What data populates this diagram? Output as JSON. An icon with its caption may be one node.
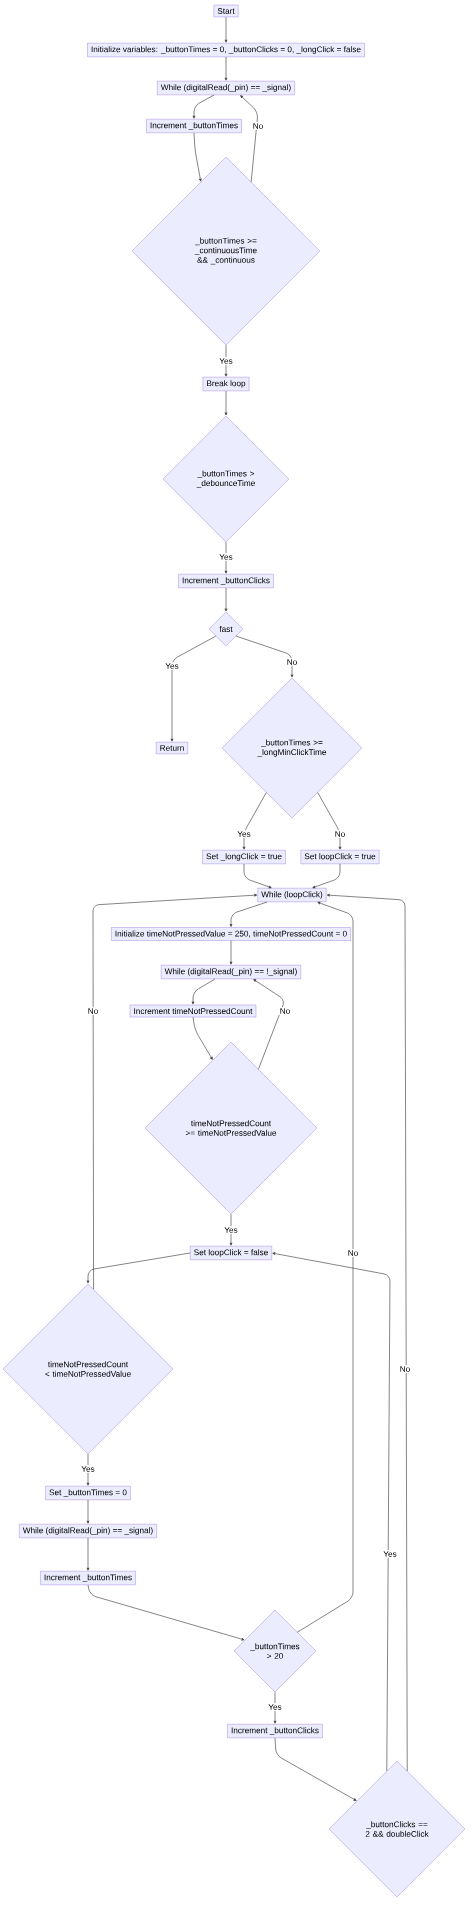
{
  "diagram": {
    "nodes": [
      {
        "text": [
          "Start"
        ]
      },
      {
        "text": [
          "Initialize variables: _buttonTimes = 0, _buttonClicks = 0, _longClick = false"
        ]
      },
      {
        "text": [
          "While (digitalRead(_pin) == _signal)"
        ]
      },
      {
        "text": [
          "Increment _buttonTimes"
        ]
      },
      {
        "text": [
          "_buttonTimes >= _continuousTime && _continuous"
        ]
      },
      {
        "text": [
          "Break loop"
        ]
      },
      {
        "text": [
          "_buttonTimes > _debounceTime"
        ]
      },
      {
        "text": [
          "Increment _buttonClicks"
        ]
      },
      {
        "text": [
          "fast"
        ]
      },
      {
        "text": [
          "Return"
        ]
      },
      {
        "text": [
          "_buttonTimes >= _longMinClickTime"
        ]
      },
      {
        "text": [
          "Set _longClick = true"
        ]
      },
      {
        "text": [
          "Set loopClick = true"
        ]
      },
      {
        "text": [
          "While (loopClick)"
        ]
      },
      {
        "text": [
          "Initialize timeNotPressedValue = 250, timeNotPressedCount = 0"
        ]
      },
      {
        "text": [
          "While (digitalRead(_pin) == !_signal)"
        ]
      },
      {
        "text": [
          "Increment timeNotPressedCount"
        ]
      },
      {
        "text": [
          "timeNotPressedCount >= timeNotPressedValue"
        ]
      },
      {
        "text": [
          "Set loopClick = false"
        ]
      },
      {
        "text": [
          "timeNotPressedCount < timeNotPressedValue"
        ]
      },
      {
        "text": [
          "Set _buttonTimes = 0"
        ]
      },
      {
        "text": [
          "While (digitalRead(_pin) == _signal)"
        ]
      },
      {
        "text": [
          "Increment _buttonTimes"
        ]
      },
      {
        "text": [
          "_buttonTimes > 20"
        ]
      },
      {
        "text": [
          "Increment _buttonClicks"
        ]
      },
      {
        "text": [
          "_buttonClicks == 2 && doubleClick"
        ]
      }
    ],
    "edges": [
      {
        "from": 0,
        "to": 1,
        "arrow": "to"
      },
      {
        "from": 1,
        "to": 2,
        "arrow": "to"
      },
      {
        "from": 2,
        "to": 3,
        "arrow": "to"
      },
      {
        "from": 3,
        "to": 4,
        "arrow": "to"
      },
      {
        "from": 4,
        "to": 2,
        "arrow": "to",
        "label": "No"
      },
      {
        "from": 4,
        "to": 5,
        "arrow": "to",
        "label": "Yes"
      },
      {
        "from": 5,
        "to": 6,
        "arrow": "to"
      },
      {
        "from": 6,
        "to": 7,
        "arrow": "to",
        "label": "Yes"
      },
      {
        "from": 7,
        "to": 8,
        "arrow": "to"
      },
      {
        "from": 8,
        "to": 9,
        "arrow": "to",
        "label": "Yes"
      },
      {
        "from": 8,
        "to": 10,
        "arrow": "to",
        "label": "No"
      },
      {
        "from": 10,
        "to": 11,
        "arrow": "to",
        "label": "Yes"
      },
      {
        "from": 10,
        "to": 12,
        "arrow": "to",
        "label": "No"
      },
      {
        "from": 11,
        "to": 13,
        "arrow": "to"
      },
      {
        "from": 12,
        "to": 13,
        "arrow": "to"
      },
      {
        "from": 13,
        "to": 14,
        "arrow": "to"
      },
      {
        "from": 14,
        "to": 15,
        "arrow": "to"
      },
      {
        "from": 15,
        "to": 16,
        "arrow": "to"
      },
      {
        "from": 16,
        "to": 17,
        "arrow": "to"
      },
      {
        "from": 17,
        "to": 15,
        "arrow": "to",
        "label": "No"
      },
      {
        "from": 17,
        "to": 18,
        "arrow": "to",
        "label": "Yes"
      },
      {
        "from": 18,
        "to": 19,
        "arrow": "to"
      },
      {
        "from": 19,
        "to": 13,
        "arrow": "to",
        "label": "No"
      },
      {
        "from": 19,
        "to": 20,
        "arrow": "to",
        "label": "Yes"
      },
      {
        "from": 20,
        "to": 21,
        "arrow": "to"
      },
      {
        "from": 21,
        "to": 22,
        "arrow": "to"
      },
      {
        "from": 22,
        "to": 23,
        "arrow": "to"
      },
      {
        "from": 23,
        "to": 13,
        "arrow": "to",
        "label": "No"
      },
      {
        "from": 23,
        "to": 24,
        "arrow": "to",
        "label": "Yes"
      },
      {
        "from": 24,
        "to": 25,
        "arrow": "to"
      },
      {
        "from": 25,
        "to": 18,
        "arrow": "to",
        "label": "Yes"
      },
      {
        "from": 25,
        "to": 13,
        "arrow": "to",
        "label": "No"
      }
    ]
  }
}
